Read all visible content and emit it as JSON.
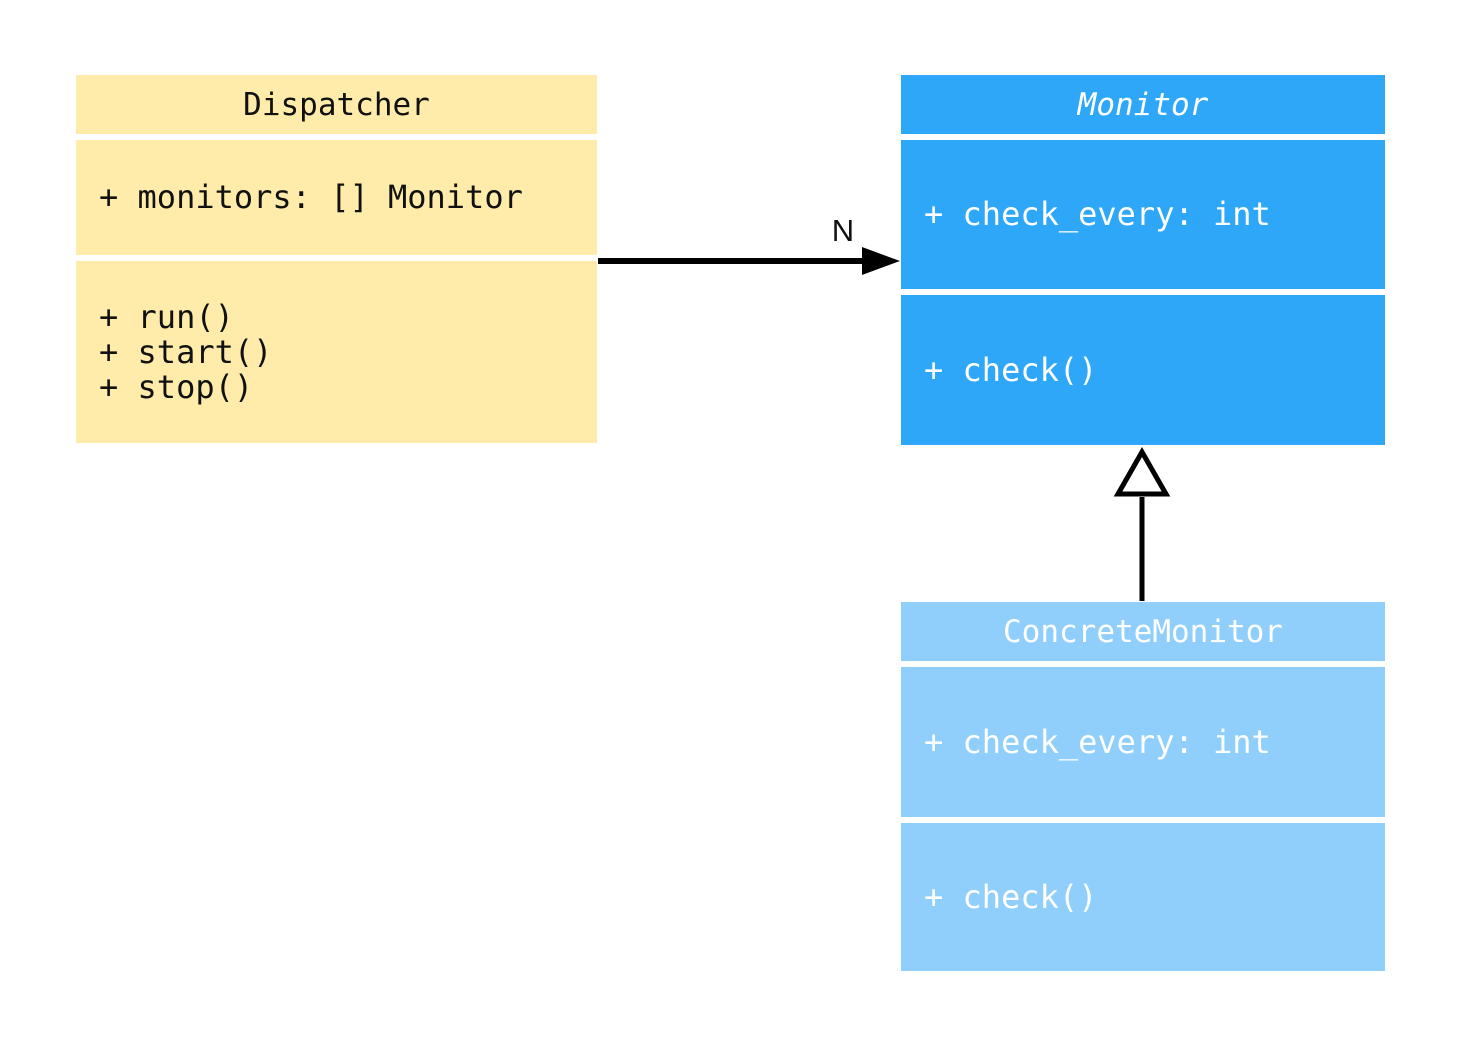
{
  "diagram": {
    "type": "uml-class-diagram",
    "background_color": "#ffffff",
    "classes": [
      {
        "id": "dispatcher",
        "title": "Dispatcher",
        "abstract": false,
        "fill_color": "#FFECAA",
        "text_color": "#111111",
        "attributes": [
          "+ monitors: [] Monitor"
        ],
        "methods": [
          "+ run()",
          "+ start()",
          "+ stop()"
        ]
      },
      {
        "id": "monitor",
        "title": "Monitor",
        "abstract": true,
        "fill_color": "#2EA7F9",
        "text_color": "#ffffff",
        "attributes": [
          "+ check_every: int"
        ],
        "methods": [
          "+ check()"
        ]
      },
      {
        "id": "concrete-monitor",
        "title": "ConcreteMonitor",
        "abstract": false,
        "fill_color": "#90CFFB",
        "text_color": "#ffffff",
        "attributes": [
          "+ check_every: int"
        ],
        "methods": [
          "+ check()"
        ]
      }
    ],
    "edges": [
      {
        "type": "association-arrow",
        "from": "Dispatcher",
        "to": "Monitor",
        "label": "N",
        "color": "#000000"
      },
      {
        "type": "inheritance-hollow-triangle",
        "from": "ConcreteMonitor",
        "to": "Monitor",
        "label": "",
        "color": "#000000"
      }
    ]
  }
}
